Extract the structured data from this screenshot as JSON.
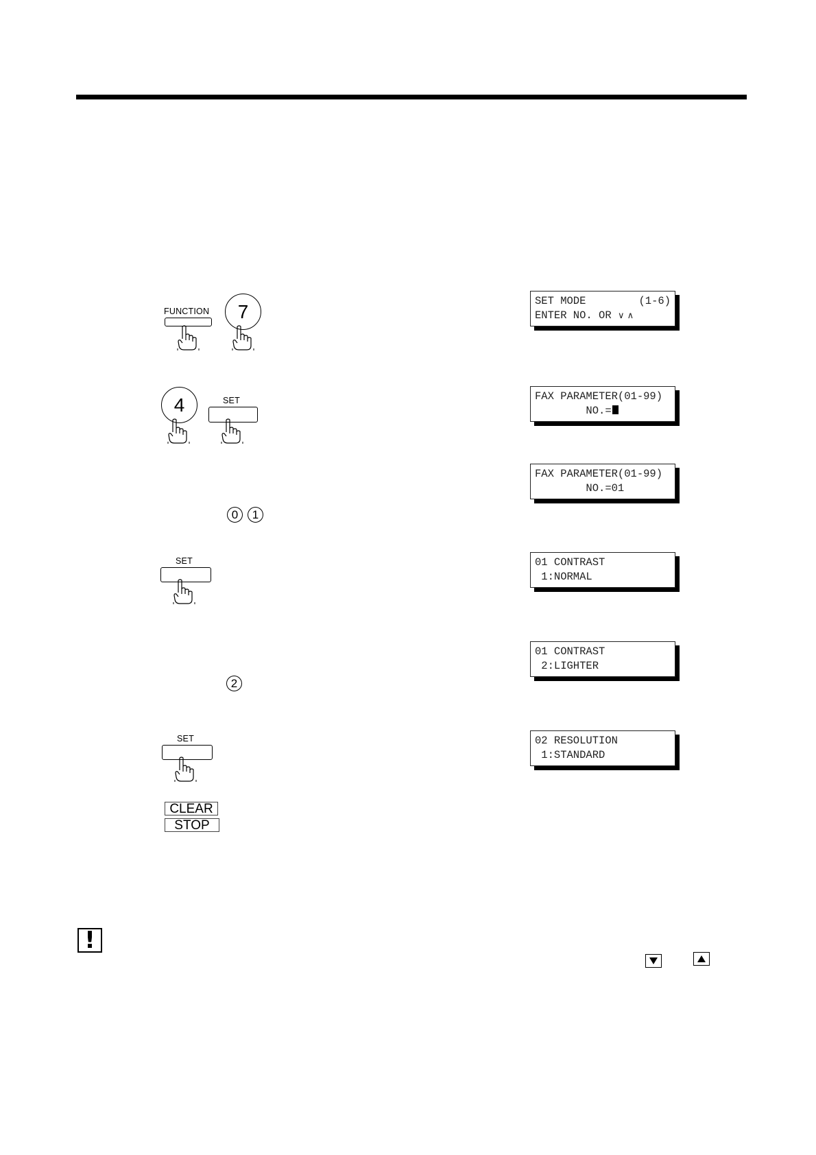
{
  "keys": {
    "function_label": "FUNCTION",
    "seven": "7",
    "four": "4",
    "set_label": "SET",
    "zero": "0",
    "one": "1",
    "two": "2",
    "clear": "CLEAR",
    "stop": "STOP"
  },
  "displays": [
    {
      "line1": "SET MODE",
      "line1_right": "(1-6)",
      "line2_prefix": "ENTER NO. OR",
      "line2_arrows": "∨ ∧"
    },
    {
      "line1": "FAX PARAMETER(01-99)",
      "line2": "        NO.="
    },
    {
      "line1": "FAX PARAMETER(01-99)",
      "line2": "        NO.=01"
    },
    {
      "line1": "01 CONTRAST",
      "line2": " 1:NORMAL"
    },
    {
      "line1": "01 CONTRAST",
      "line2": " 2:LIGHTER"
    },
    {
      "line1": "02 RESOLUTION",
      "line2": " 1:STANDARD"
    }
  ],
  "note_icons": {
    "caution": "caution-icon",
    "down": "down-arrow-key-icon",
    "up": "up-arrow-key-icon"
  }
}
